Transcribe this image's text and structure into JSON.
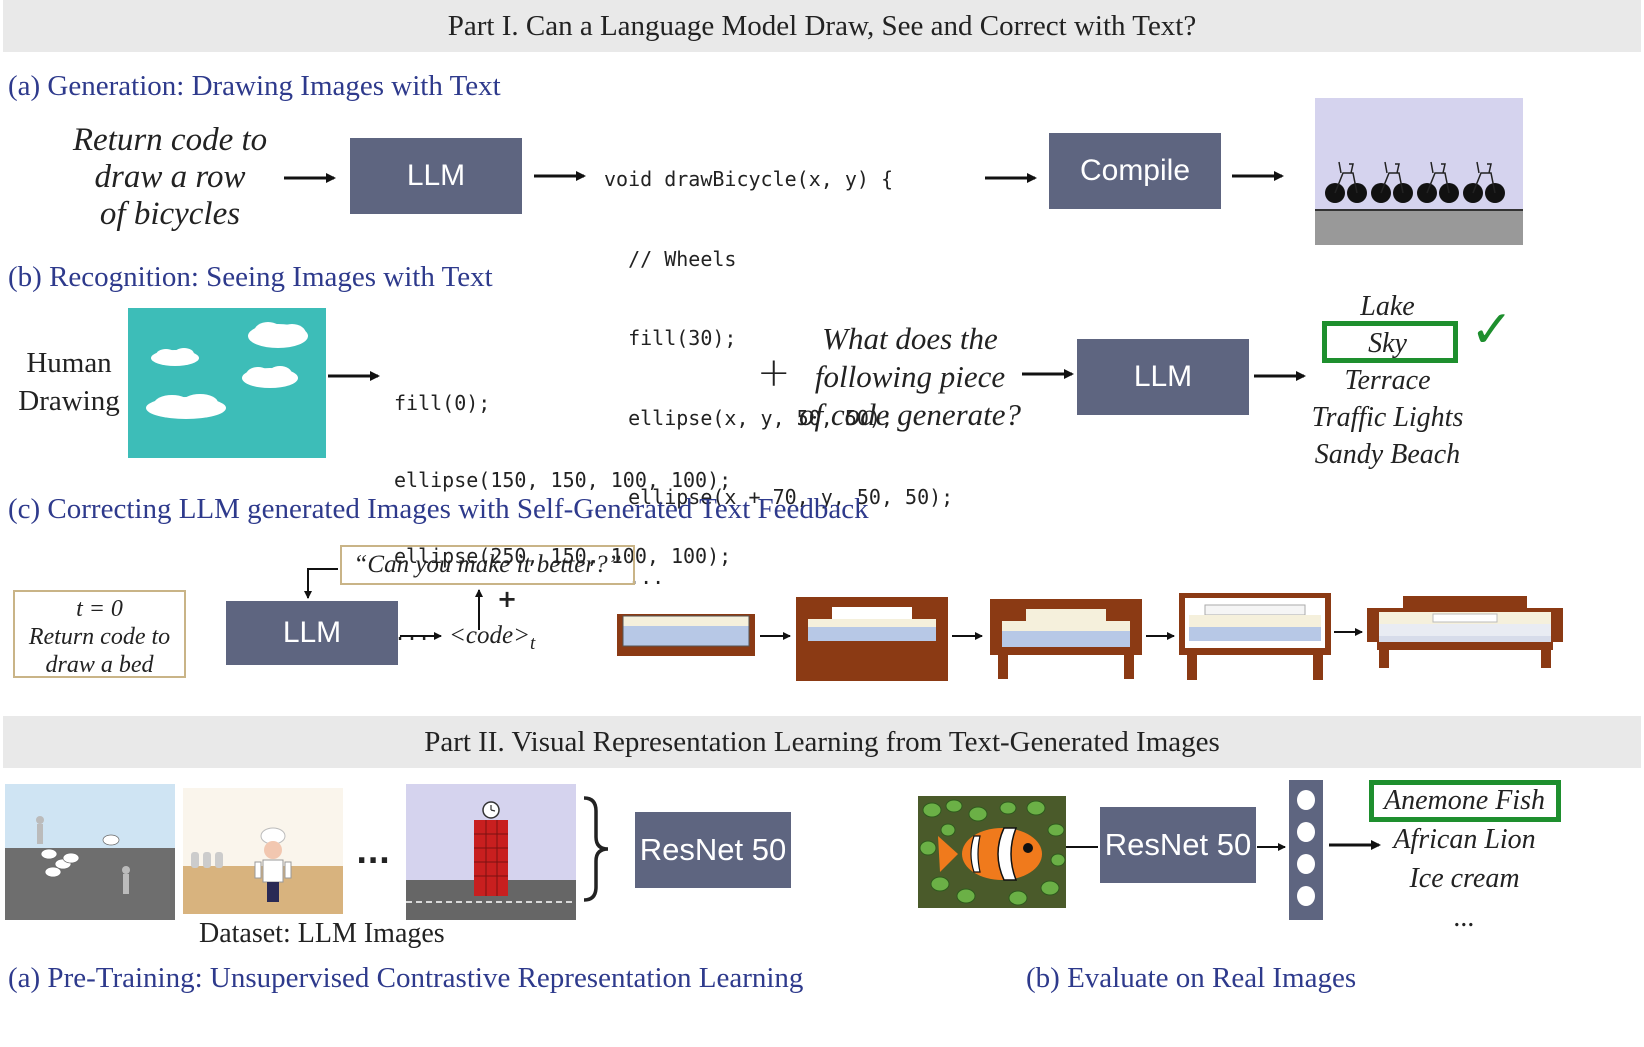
{
  "part1": {
    "title": "Part I. Can a Language Model Draw, See and Correct with Text?",
    "gen": {
      "heading": "(a) Generation: Drawing Images with Text",
      "prompt": [
        "Return code to",
        "draw a row",
        "of  bicycles"
      ],
      "llm": "LLM",
      "code": [
        "void drawBicycle(x, y) {",
        "  // Wheels",
        "  fill(30);",
        "  ellipse(x, y, 50, 50);",
        "  ellipse(x + 70, y, 50, 50);",
        "  ..."
      ],
      "compile": "Compile"
    },
    "rec": {
      "heading": "(b) Recognition: Seeing Images with Text",
      "input_label": [
        "Human",
        "Drawing"
      ],
      "code": [
        "fill(0);",
        "ellipse(150, 150, 100, 100);",
        "ellipse(250, 150, 100, 100);",
        "..."
      ],
      "plus": "+",
      "question": [
        "What does the",
        "following piece",
        "of code generate?"
      ],
      "llm": "LLM",
      "options": [
        "Lake",
        "Sky",
        "Terrace",
        "Traffic Lights",
        "Sandy Beach"
      ],
      "check": "✓",
      "highlight_color": "#1e8f2e"
    },
    "cor": {
      "heading": "(c) Correcting LLM generated Images with Self-Generated Text Feedback",
      "start": [
        "t = 0",
        "Return code to",
        "draw a bed"
      ],
      "feedback": "“Can you make it better?”",
      "llm": "LLM",
      "plus": "+",
      "code_out": "<code>",
      "code_sub": "t"
    }
  },
  "part2": {
    "title": "Part II. Visual Representation Learning from Text-Generated Images",
    "dots": "...",
    "dataset_label": "Dataset: LLM Images",
    "resnet1": "ResNet 50",
    "resnet2": "ResNet 50",
    "classes": [
      "Anemone Fish",
      "African Lion",
      "Ice cream",
      "..."
    ],
    "pretrain_caption": "(a) Pre-Training: Unsupervised Contrastive Representation Learning",
    "eval_caption": "(b) Evaluate on Real Images"
  },
  "colors": {
    "heading": "#2e3a8c",
    "box": "#5e6580",
    "highlight": "#1e8f2e",
    "teal": "#3dbdb8",
    "bed": "#8b3a14"
  }
}
